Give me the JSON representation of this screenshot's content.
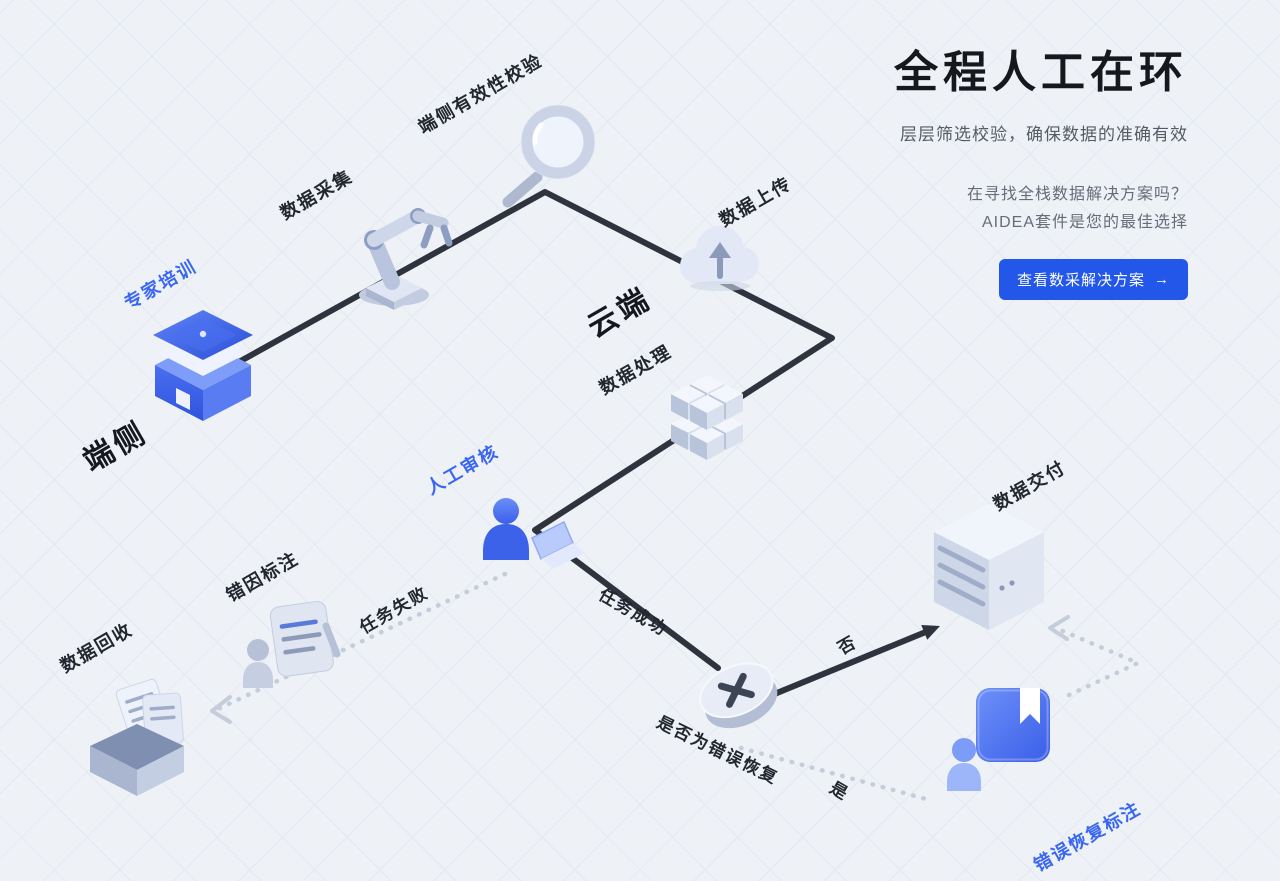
{
  "header": {
    "title": "全程人工在环",
    "subtitle": "层层筛选校验，确保数据的准确有效",
    "promo_line1": "在寻找全栈数据解决方案吗？",
    "promo_line2": "AIDEA套件是您的最佳选择",
    "cta_label": "查看数采解决方案",
    "cta_arrow": "→"
  },
  "zones": {
    "device_side": "端侧",
    "cloud_side": "云端"
  },
  "labels": {
    "expert_training": "专家培训",
    "data_collection": "数据采集",
    "device_validation": "端侧有效性校验",
    "data_upload": "数据上传",
    "data_processing": "数据处理",
    "human_review": "人工审核",
    "task_failed": "任务失败",
    "error_cause_labeling": "错因标注",
    "data_recycling": "数据回收",
    "task_success": "任务成功",
    "decision_question": "是否为错误恢复",
    "branch_no": "否",
    "branch_yes": "是",
    "data_delivery": "数据交付",
    "error_recovery_labeling": "错误恢复标注"
  },
  "colors": {
    "accent_blue": "#2257e9",
    "label_blue": "#3a67f2",
    "text_dark": "#22262e",
    "text_gray": "#5f6570",
    "line_solid": "#2e333e",
    "line_dotted": "#c5cdda",
    "background": "#eef1f6"
  },
  "icons": {
    "expert_training": "graduation-podium-icon",
    "data_collection": "robot-arm-icon",
    "device_validation": "magnifier-icon",
    "data_upload": "cloud-upload-icon",
    "data_processing": "cube-blocks-icon",
    "human_review": "person-laptop-icon",
    "error_cause_labeling": "person-document-icon",
    "data_recycling": "box-documents-icon",
    "decision": "x-node-icon",
    "data_delivery": "server-icon",
    "error_recovery_labeling": "person-book-icon"
  }
}
